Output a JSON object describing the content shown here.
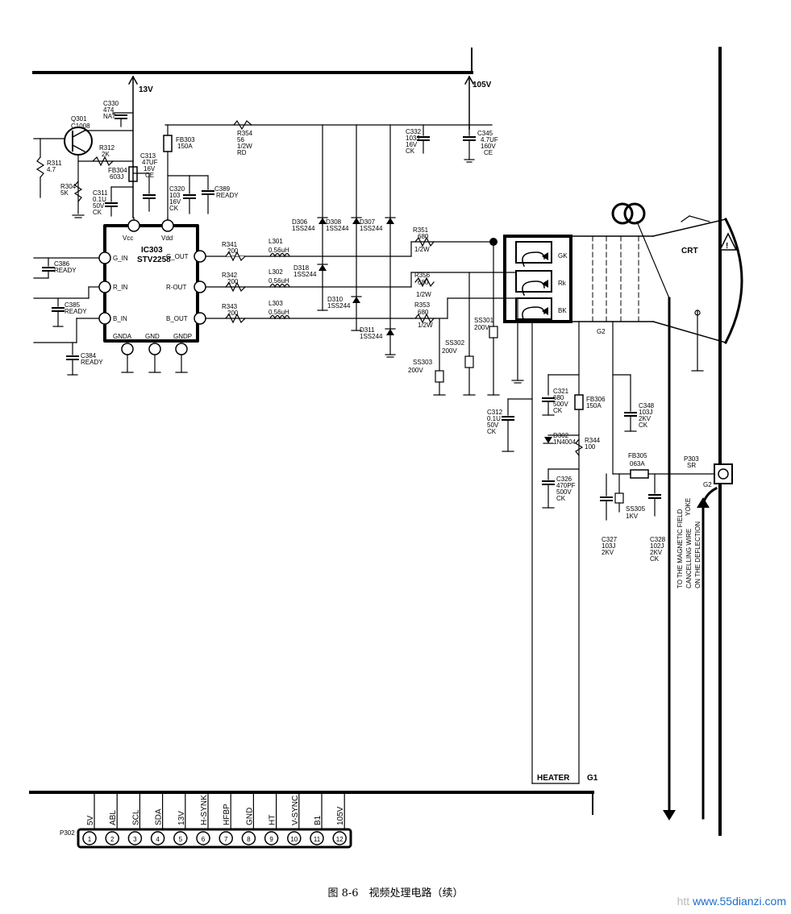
{
  "rails": {
    "v13": "13V",
    "v105": "105V"
  },
  "ic": {
    "ref": "IC303",
    "part": "STV2258",
    "pins": {
      "vcc": "Vcc",
      "vdd": "Vdd",
      "gin": "G_IN",
      "rin": "R_IN",
      "bin": "B_IN",
      "gout": "G_OUT",
      "rout": "R-OUT",
      "bout": "B_OUT",
      "gnda": "GNDA",
      "gnd": "GND",
      "gndp": "GNDP"
    }
  },
  "components": {
    "q301": [
      "Q301",
      "C1008"
    ],
    "r312": [
      "R312",
      "2K"
    ],
    "r311": [
      "R311",
      "4.7"
    ],
    "r304": [
      "R304",
      "5K"
    ],
    "c330": [
      "C330",
      "474",
      "NAT"
    ],
    "c313": [
      "C313",
      "47UF",
      "16V",
      "CE"
    ],
    "fb304": [
      "FB304",
      "603J"
    ],
    "c311": [
      "C311",
      "0.1U",
      "50V",
      "CK"
    ],
    "c320": [
      "C320",
      "103",
      "16V",
      "CK"
    ],
    "c389": [
      "C389",
      "READY"
    ],
    "fb303": [
      "FB303",
      "150A"
    ],
    "r354": [
      "R354",
      "56",
      "1/2W",
      "RD"
    ],
    "c332": [
      "C332",
      "103J",
      "16V",
      "CK"
    ],
    "c345": [
      "C345",
      "4.7UF",
      "160V",
      "CE"
    ],
    "c386": [
      "C386",
      "READY"
    ],
    "c385": [
      "C385",
      "READY"
    ],
    "c384": [
      "C384",
      "READY"
    ],
    "d306": [
      "D306",
      "1SS244"
    ],
    "d308": [
      "D308",
      "1SS244"
    ],
    "d307": [
      "D307",
      "1SS244"
    ],
    "d318": [
      "D318",
      "1SS244"
    ],
    "d310": [
      "D310",
      "1SS244"
    ],
    "d311": [
      "D311",
      "1SS244"
    ],
    "r341": [
      "R341",
      "200"
    ],
    "r342": [
      "R342",
      "200"
    ],
    "r343": [
      "R343",
      "200"
    ],
    "l301": [
      "L301",
      "0.56uH"
    ],
    "l302": [
      "L302",
      "0.56uH"
    ],
    "l303": [
      "L303",
      "0.56uH"
    ],
    "r351": [
      "R351",
      "680",
      "1/2W"
    ],
    "r356": [
      "R356",
      "680",
      "1/2W"
    ],
    "r353": [
      "R353",
      "680",
      "1/2W"
    ],
    "ss301": [
      "SS301",
      "200V"
    ],
    "ss302": [
      "SS302",
      "200V"
    ],
    "ss303": [
      "SS303",
      "200V"
    ],
    "c312": [
      "C312",
      "0.1U",
      "50V",
      "CK"
    ],
    "c321": [
      "C321",
      "680",
      "500V",
      "CK"
    ],
    "fb306": [
      "FB306",
      "150A"
    ],
    "d302": [
      "D302",
      "1N4004"
    ],
    "r344": [
      "R344",
      "100"
    ],
    "c348": [
      "C348",
      "103J",
      "2KV",
      "CK"
    ],
    "c326": [
      "C326",
      "470PF",
      "500V",
      "CK"
    ],
    "fb305": [
      "FB305",
      "063A"
    ],
    "p303": [
      "P303",
      "SR"
    ],
    "ss305": [
      "SS305",
      "1KV"
    ],
    "c327": [
      "C327",
      "103J",
      "2KV"
    ],
    "c328": [
      "C328",
      "102J",
      "2KV",
      "CK"
    ]
  },
  "crt": {
    "label": "CRT",
    "guns": [
      "GK",
      "Rk",
      "BK"
    ],
    "g2": "G2",
    "g1": "G1",
    "g2_pin": "G2"
  },
  "yoke_note": [
    "TO THE MAGNETIC FIELD",
    "CANCELLING WIRE",
    "ON THE DEFLECTION",
    "YOKE"
  ],
  "heater": "HEATER",
  "connector": {
    "ref": "P302",
    "signals": [
      "5V",
      "ABL",
      "SCL",
      "SDA",
      "13V",
      "H-SYNK",
      "HFBP",
      "GND",
      "HT",
      "V-SYNC",
      "B1",
      "105V"
    ],
    "pins": [
      "1",
      "2",
      "3",
      "4",
      "5",
      "6",
      "7",
      "8",
      "9",
      "10",
      "11",
      "12"
    ]
  },
  "caption": "图 8-6　视频处理电路（续）",
  "watermark": {
    "prefix": "htt",
    "url": "www.55dianzi.com"
  }
}
